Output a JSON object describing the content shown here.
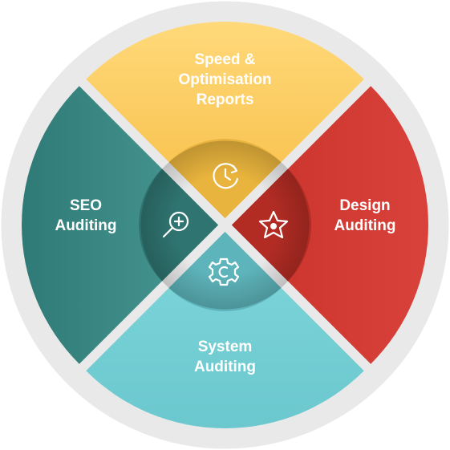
{
  "diagram": {
    "segments": [
      {
        "id": "top",
        "lines": [
          "Speed &",
          "Optimisation",
          "Reports"
        ],
        "icon": "clock-refresh-icon",
        "color": "#fbc654",
        "inner_color": "#e9b43d"
      },
      {
        "id": "right",
        "lines": [
          "Design",
          "Auditing"
        ],
        "icon": "star-icon",
        "color": "#d0392e",
        "inner_color": "#b22c24"
      },
      {
        "id": "bottom",
        "lines": [
          "System",
          "Auditing"
        ],
        "icon": "gear-icon",
        "color": "#72cfd4",
        "inner_color": "#5db4ba"
      },
      {
        "id": "left",
        "lines": [
          "SEO",
          "Auditing"
        ],
        "icon": "magnifier-plus-icon",
        "color": "#3b8b86",
        "inner_color": "#2f7470"
      }
    ],
    "ring_color": "#e9e9e9"
  }
}
